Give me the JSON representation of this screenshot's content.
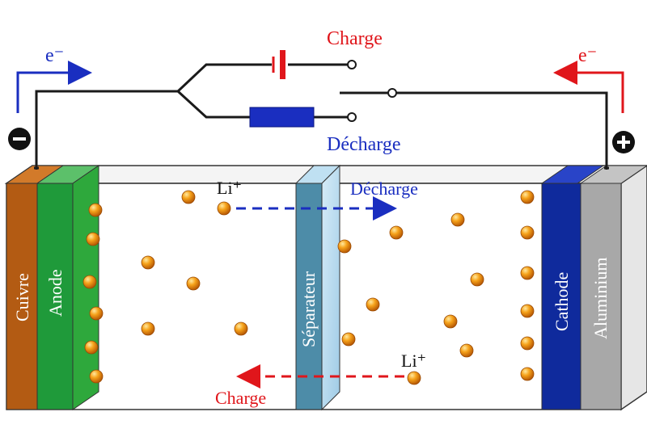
{
  "labels": {
    "charge_top": "Charge",
    "decharge_bottom": "Décharge",
    "electron_left": "e⁻",
    "electron_right": "e⁻",
    "minus": "−",
    "plus": "+",
    "li_top": "Li⁺",
    "li_bottom": "Li⁺",
    "decharge_arrow": "Décharge",
    "charge_arrow": "Charge",
    "cuivre": "Cuivre",
    "anode": "Anode",
    "separateur": "Séparateur",
    "cathode": "Cathode",
    "aluminium": "Aluminium"
  },
  "colors": {
    "red": "#e0161b",
    "blue": "#1a2ec0",
    "copper": "#b35b13",
    "anode": "#22a03a",
    "separator": "#9ecbe6",
    "cathode": "#0f2a9c",
    "aluminium": "#a8a8a8",
    "ion": "#f29b12"
  }
}
